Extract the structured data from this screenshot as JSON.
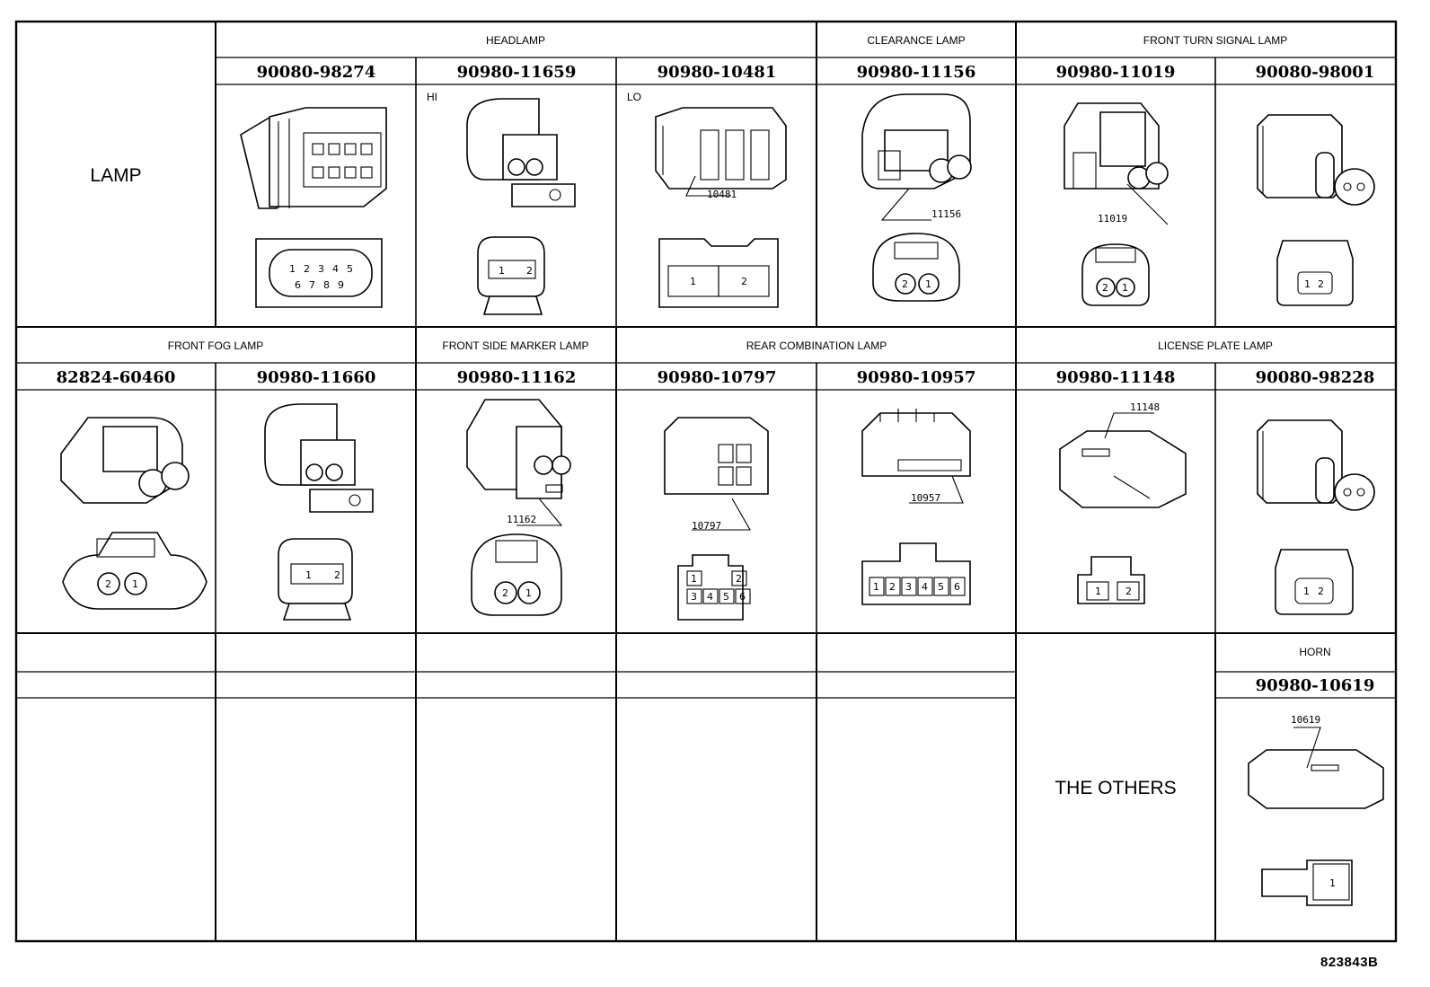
{
  "lamp_label": "LAMP",
  "others_label": "THE OTHERS",
  "figure_id": "823843B",
  "groups": [
    {
      "id": "headlamp",
      "label": "HEADLAMP"
    },
    {
      "id": "clearance",
      "label": "CLEARANCE LAMP"
    },
    {
      "id": "front-turn",
      "label": "FRONT TURN SIGNAL LAMP"
    },
    {
      "id": "front-fog",
      "label": "FRONT FOG LAMP"
    },
    {
      "id": "front-side-marker",
      "label": "FRONT SIDE MARKER LAMP"
    },
    {
      "id": "rear-combination",
      "label": "REAR COMBINATION LAMP"
    },
    {
      "id": "license-plate",
      "label": "LICENSE PLATE LAMP"
    },
    {
      "id": "horn",
      "label": "HORN"
    }
  ],
  "connectors": [
    {
      "part": "90080-98274",
      "tag": "",
      "callout": "",
      "cavities": [
        "1",
        "2",
        "3",
        "4",
        "5",
        "6",
        "7",
        "8",
        "9"
      ]
    },
    {
      "part": "90980-11659",
      "tag": "HI",
      "callout": "",
      "cavities": [
        "1",
        "2"
      ]
    },
    {
      "part": "90980-10481",
      "tag": "LO",
      "callout": "10481",
      "cavities": [
        "1",
        "2"
      ]
    },
    {
      "part": "90980-11156",
      "tag": "",
      "callout": "11156",
      "cavities": [
        "2",
        "1"
      ]
    },
    {
      "part": "90980-11019",
      "tag": "",
      "callout": "11019",
      "cavities": [
        "2",
        "1"
      ]
    },
    {
      "part": "90080-98001",
      "tag": "",
      "callout": "",
      "cavities": [
        "1",
        "2"
      ]
    },
    {
      "part": "82824-60460",
      "tag": "",
      "callout": "",
      "cavities": [
        "2",
        "1"
      ]
    },
    {
      "part": "90980-11660",
      "tag": "",
      "callout": "",
      "cavities": [
        "1",
        "2"
      ]
    },
    {
      "part": "90980-11162",
      "tag": "",
      "callout": "11162",
      "cavities": [
        "2",
        "1"
      ]
    },
    {
      "part": "90980-10797",
      "tag": "",
      "callout": "10797",
      "cavities": [
        "1",
        "2",
        "3",
        "4",
        "5",
        "6"
      ]
    },
    {
      "part": "90980-10957",
      "tag": "",
      "callout": "10957",
      "cavities": [
        "1",
        "2",
        "3",
        "4",
        "5",
        "6"
      ]
    },
    {
      "part": "90980-11148",
      "tag": "",
      "callout": "11148",
      "cavities": [
        "1",
        "2"
      ]
    },
    {
      "part": "90080-98228",
      "tag": "",
      "callout": "",
      "cavities": [
        "1",
        "2"
      ]
    },
    {
      "part": "90980-10619",
      "tag": "",
      "callout": "10619",
      "cavities": [
        "1"
      ]
    }
  ]
}
